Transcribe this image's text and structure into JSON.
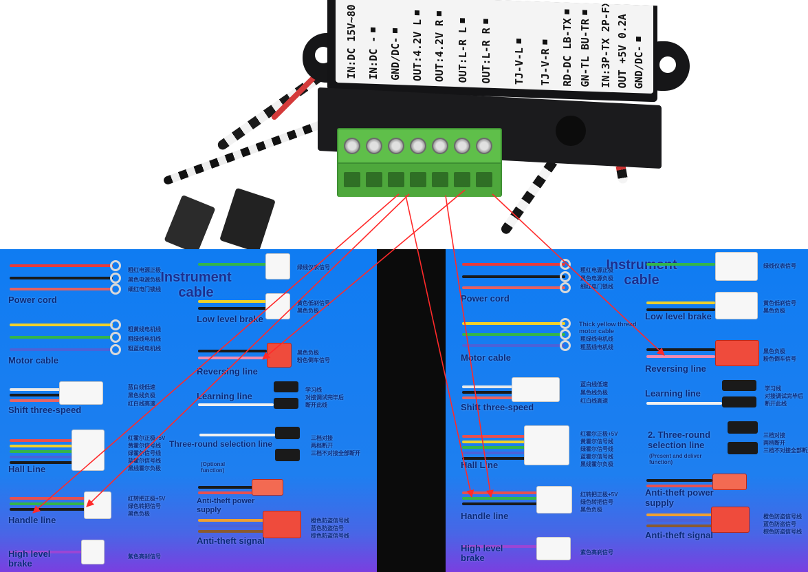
{
  "controller": {
    "labels": [
      "IN:DC 15V~80",
      "IN:DC -",
      "GND/DC-",
      "OUT:4.2V L",
      "OUT:4.2V R",
      "OUT:L-R L",
      "OUT:L-R R",
      "TJ-V-L",
      "TJ-V-R",
      "RD-DC LB-TX",
      "GN-TL BU-TR",
      "IN:3P-TX 2P-FX",
      "OUT +5V 0.2A",
      "GND/DC-"
    ]
  },
  "left_card": {
    "title": "Instrument cable",
    "items": {
      "power_cord": "Power cord",
      "motor_cable": "Motor cable",
      "shift_three_speed": "Shift three-speed",
      "hall_line": "Hall Line",
      "handle_line": "Handle line",
      "high_level_brake": "High level brake",
      "low_level_brake": "Low level brake",
      "reversing_line": "Reversing line",
      "learning_line": "Learning line",
      "three_round": "Three-round selection line",
      "optional": "(Optional function)",
      "anti_theft_power": "Anti-theft power supply",
      "anti_theft_signal": "Anti-theft signal"
    },
    "cn": {
      "power": [
        "粗红电源正极",
        "黑色电源负极",
        "细红电门锁线"
      ],
      "motor": [
        "粗黄线电机线",
        "粗绿线电机线",
        "粗蓝线电机线"
      ],
      "shift": [
        "蓝白线低速",
        "黑色线负极",
        "红白线高速"
      ],
      "hall": [
        "红霍尔正极+5V",
        "黄霍尔信号线",
        "绿霍尔信号线",
        "蓝霍尔信号线",
        "黑线霍尔负极"
      ],
      "handle": [
        "红转把正极+5V",
        "绿色转把信号",
        "黑色负极"
      ],
      "high_brake": "紫色高刹信号",
      "instrument": "绿线仪表信号",
      "low_brake": [
        "黄色低刹信号",
        "黑色负极"
      ],
      "reverse": [
        "黑色负极",
        "粉色倒车信号"
      ],
      "learning": [
        "学习线",
        "对接调试完毕后",
        "断开此线"
      ],
      "three_round": [
        "三档对接",
        "两档断开",
        "三档不对接全部断开"
      ],
      "anti_signal": [
        "橙色防盗信号线",
        "蓝色防盗信号",
        "棕色防盗信号线"
      ]
    }
  },
  "right_card": {
    "title": "Instrument cable",
    "items": {
      "power_cord": "Power cord",
      "thick_yellow": "Thick yellow thread motor cable",
      "motor_cable": "Motor cable",
      "shift_three_speed": "Shift three-speed",
      "hall_line": "Hall Line",
      "handle_line": "Handle line",
      "high_level_brake": "High level brake",
      "low_level_brake": "Low level brake",
      "reversing_line": "Reversing line",
      "learning_line": "Learning line",
      "three_round": "2. Three-round selection line",
      "present": "(Present and deliver function)",
      "anti_theft_power": "Anti-theft power supply",
      "anti_theft_signal": "Anti-theft signal"
    }
  },
  "colors": {
    "card_blue": "#1e7ff0",
    "terminal_green": "#5fbf4a",
    "arrow_red": "#ff2a2a",
    "label_text": "#0a2a7a"
  }
}
